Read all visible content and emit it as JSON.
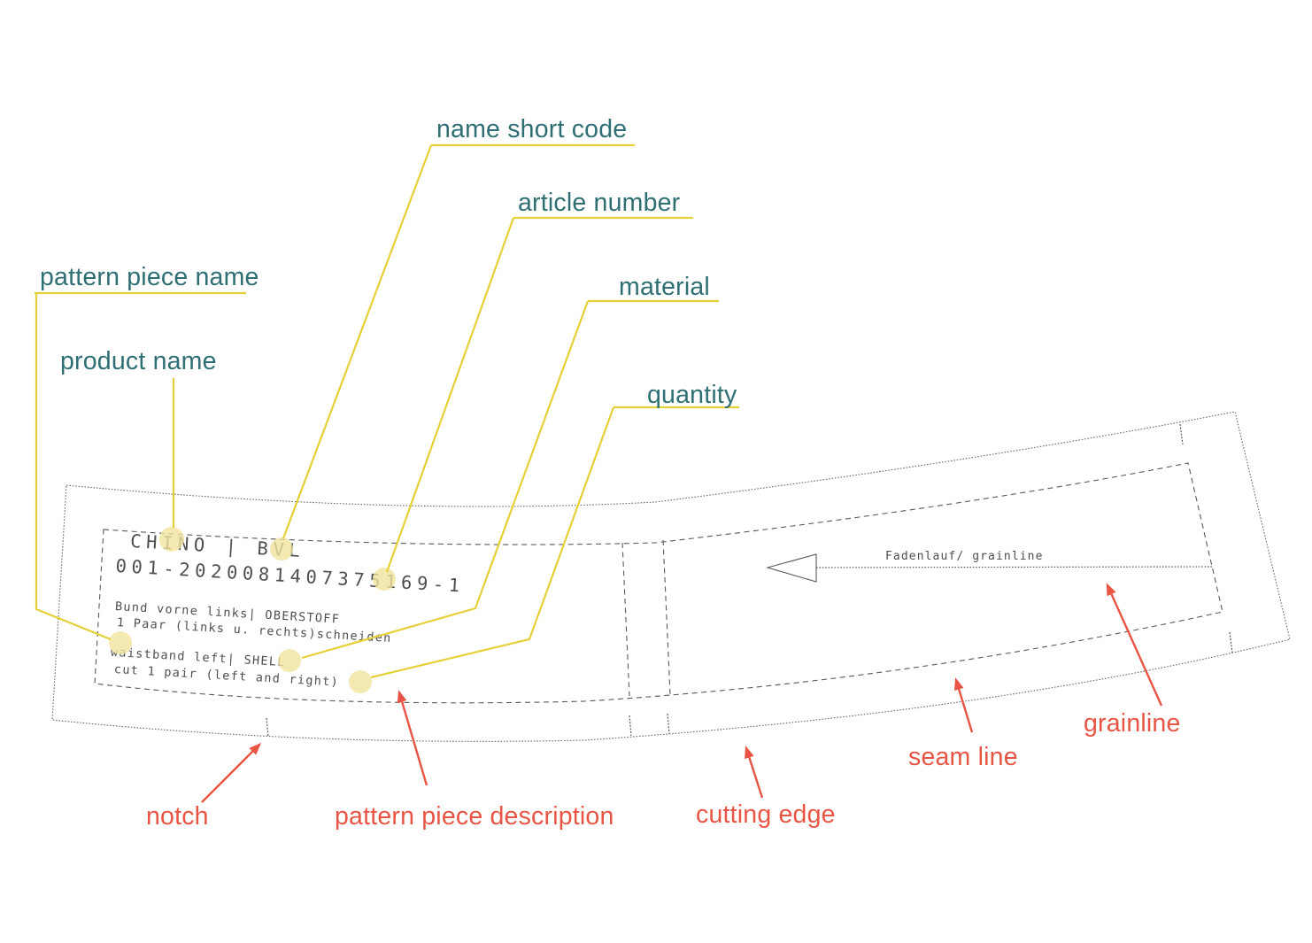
{
  "colors": {
    "callout_teal": "#2f6f74",
    "callout_red": "#e85545",
    "leader_yellow": "#e5d038",
    "highlight_yellow": "#f0e49e",
    "pattern_gray": "#4f4f4f"
  },
  "teal_callouts": {
    "pattern_piece_name": "pattern piece name",
    "product_name": "product name",
    "name_short_code": "name short code",
    "article_number": "article number",
    "material": "material",
    "quantity": "quantity"
  },
  "red_callouts": {
    "notch": "notch",
    "pattern_piece_description": "pattern piece description",
    "cutting_edge": "cutting edge",
    "seam_line": "seam line",
    "grainline": "grainline"
  },
  "pattern_piece": {
    "label_lines": [
      "CHINO | BVL",
      "001-2020081407375169-1",
      "Bund vorne links| OBERSTOFF",
      "1 Paar (links u. rechts)schneiden",
      "waistband left| SHELL",
      "cut 1 pair (left and right)"
    ],
    "grainline_label": "Fadenlauf/ grainline"
  }
}
